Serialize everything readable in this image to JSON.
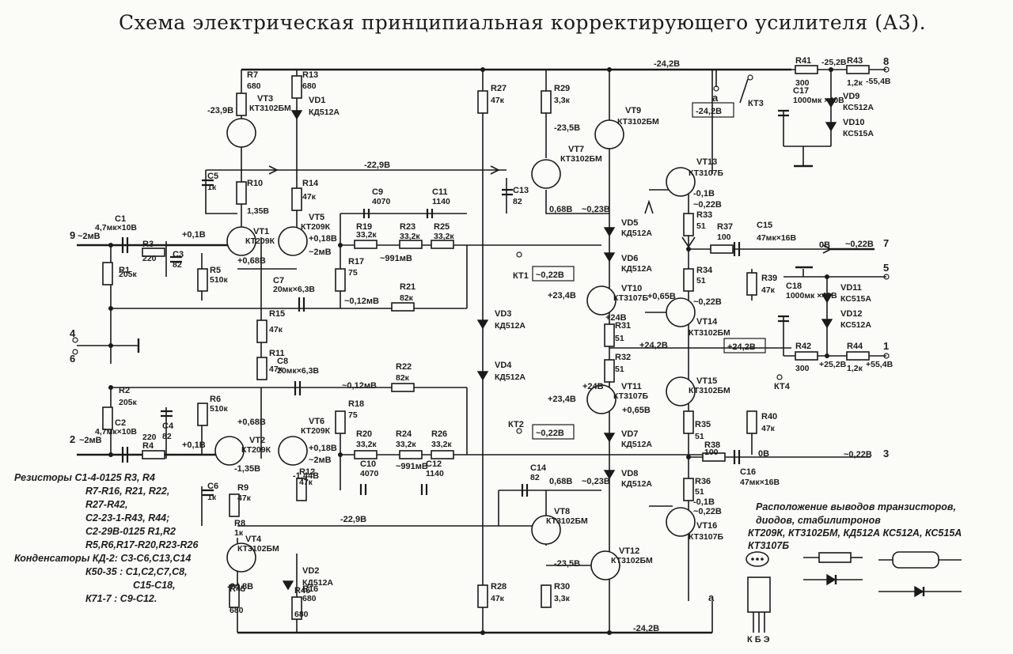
{
  "title": "Схема электрическая принципиальная корректирующего усилителя (А3).",
  "rails": {
    "neg_top": "-24,2В",
    "neg_bottom": "-24,2В",
    "pos_mid": "+24,2В"
  },
  "connectors": {
    "in1_pin": "9",
    "in1_level": "~2мВ",
    "in2_pin": "2",
    "in2_level": "~2мВ",
    "gnd_pin_top": "4",
    "gnd_pin_bot": "6",
    "out1_pin": "7",
    "out1_level": "~0,22В",
    "out2_pin": "3",
    "out2_level": "~0,22В",
    "pin8": "8",
    "pin8_level": "-55,4В",
    "pin5": "5",
    "pin1": "1",
    "pin1_level": "+55,4В",
    "point_a": "а",
    "point_a2": "а"
  },
  "testpoints": {
    "kt1": "КТ1",
    "kt1_val": "~0,22В",
    "kt2": "КТ2",
    "kt2_val": "~0,22В",
    "kt3": "КТ3",
    "kt3_val": "-24,2В",
    "kt4": "КТ4",
    "kt4_val": "+24,2В"
  },
  "resistors": [
    {
      "ref": "R1",
      "value": "205к"
    },
    {
      "ref": "R2",
      "value": "205к"
    },
    {
      "ref": "R3",
      "value": "220"
    },
    {
      "ref": "R4",
      "value": "220"
    },
    {
      "ref": "R5",
      "value": "510к"
    },
    {
      "ref": "R6",
      "value": "510к"
    },
    {
      "ref": "R7",
      "value": "680"
    },
    {
      "ref": "R8",
      "value": "1к"
    },
    {
      "ref": "R9",
      "value": "47к"
    },
    {
      "ref": "R10",
      "value": "1,35В"
    },
    {
      "ref": "R11",
      "value": "47к"
    },
    {
      "ref": "R12",
      "value": "47к"
    },
    {
      "ref": "R13",
      "value": "680"
    },
    {
      "ref": "R14",
      "value": "47к"
    },
    {
      "ref": "R15",
      "value": "47к"
    },
    {
      "ref": "R16",
      "value": "680"
    },
    {
      "ref": "R17",
      "value": "75"
    },
    {
      "ref": "R18",
      "value": "75"
    },
    {
      "ref": "R19",
      "value": "33,2к"
    },
    {
      "ref": "R20",
      "value": "33,2к"
    },
    {
      "ref": "R21",
      "value": "82к"
    },
    {
      "ref": "R22",
      "value": "82к"
    },
    {
      "ref": "R23",
      "value": "33,2к"
    },
    {
      "ref": "R24",
      "value": "33,2к"
    },
    {
      "ref": "R25",
      "value": "33,2к"
    },
    {
      "ref": "R26",
      "value": "33,2к"
    },
    {
      "ref": "R27",
      "value": "47к"
    },
    {
      "ref": "R28",
      "value": "47к"
    },
    {
      "ref": "R29",
      "value": "3,3к"
    },
    {
      "ref": "R30",
      "value": "3,3к"
    },
    {
      "ref": "R31",
      "value": "51"
    },
    {
      "ref": "R32",
      "value": "51"
    },
    {
      "ref": "R33",
      "value": "51"
    },
    {
      "ref": "R34",
      "value": "51"
    },
    {
      "ref": "R35",
      "value": "51"
    },
    {
      "ref": "R36",
      "value": "51"
    },
    {
      "ref": "R37",
      "value": "100"
    },
    {
      "ref": "R38",
      "value": "100"
    },
    {
      "ref": "R39",
      "value": "47к"
    },
    {
      "ref": "R40",
      "value": "47к"
    },
    {
      "ref": "R41",
      "value": "300"
    },
    {
      "ref": "R42",
      "value": "300"
    },
    {
      "ref": "R43",
      "value": "1,2к"
    },
    {
      "ref": "R44",
      "value": "1,2к"
    },
    {
      "ref": "R45",
      "value": "680"
    },
    {
      "ref": "R46",
      "value": "680"
    }
  ],
  "capacitors": [
    {
      "ref": "C1",
      "value": "4,7мк×10В"
    },
    {
      "ref": "C2",
      "value": "4,7мк×10В"
    },
    {
      "ref": "C3",
      "value": "82"
    },
    {
      "ref": "C4",
      "value": "82"
    },
    {
      "ref": "C5",
      "value": "1к"
    },
    {
      "ref": "C6",
      "value": "1к"
    },
    {
      "ref": "C7",
      "value": "20мк×6,3В"
    },
    {
      "ref": "C8",
      "value": "20мк×6,3В"
    },
    {
      "ref": "C9",
      "value": "4070"
    },
    {
      "ref": "C10",
      "value": "4070"
    },
    {
      "ref": "C11",
      "value": "1140"
    },
    {
      "ref": "C12",
      "value": "1140"
    },
    {
      "ref": "C13",
      "value": "82"
    },
    {
      "ref": "C14",
      "value": "82"
    },
    {
      "ref": "C15",
      "value": "47мк×16В"
    },
    {
      "ref": "C16",
      "value": "47мк×16В"
    },
    {
      "ref": "C17",
      "value": "1000мк ×40В"
    },
    {
      "ref": "C18",
      "value": "1000мк ×40В"
    }
  ],
  "transistors": [
    {
      "ref": "VT1",
      "type": "КТ209К"
    },
    {
      "ref": "VT2",
      "type": "КТ209К"
    },
    {
      "ref": "VT3",
      "type": "КТ3102БМ"
    },
    {
      "ref": "VT4",
      "type": "КТ3102БМ"
    },
    {
      "ref": "VT5",
      "type": "КТ209К"
    },
    {
      "ref": "VT6",
      "type": "КТ209К"
    },
    {
      "ref": "VT7",
      "type": "КТ3102БМ"
    },
    {
      "ref": "VT8",
      "type": "КТ3102БМ"
    },
    {
      "ref": "VT9",
      "type": "КТ3102БМ"
    },
    {
      "ref": "VT10",
      "type": "КТ3107Б"
    },
    {
      "ref": "VT11",
      "type": "КТ3107Б"
    },
    {
      "ref": "VT12",
      "type": "КТ3102БМ"
    },
    {
      "ref": "VT13",
      "type": "КТ3107Б"
    },
    {
      "ref": "VT14",
      "type": "КТ3102БМ"
    },
    {
      "ref": "VT15",
      "type": "КТ3102БМ"
    },
    {
      "ref": "VT16",
      "type": "КТ3107Б"
    }
  ],
  "diodes": [
    {
      "ref": "VD1",
      "type": "КД512А"
    },
    {
      "ref": "VD2",
      "type": "КД512А"
    },
    {
      "ref": "VD3",
      "type": "КД512А"
    },
    {
      "ref": "VD4",
      "type": "КД512А"
    },
    {
      "ref": "VD5",
      "type": "КД512А"
    },
    {
      "ref": "VD6",
      "type": "КД512А"
    },
    {
      "ref": "VD7",
      "type": "КД512А"
    },
    {
      "ref": "VD8",
      "type": "КД512А"
    },
    {
      "ref": "VD9",
      "type": "КС512А"
    },
    {
      "ref": "VD10",
      "type": "КС515А"
    },
    {
      "ref": "VD11",
      "type": "КС515А"
    },
    {
      "ref": "VD12",
      "type": "КС512А"
    }
  ],
  "voltages": {
    "v_23_9": "-23,9В",
    "v_22_9": "-22,9В",
    "v_23_5": "-23,5В",
    "v_0_1": "+0,1В",
    "v_0_68": "+0,68В",
    "v_0_18": "+0,18В",
    "v_2mv": "~2мВ",
    "v_991": "~991мВ",
    "v_012": "~0,12мВ",
    "v_068": "0,68В",
    "v_023": "~0,23В",
    "v_23_4": "+23,4В",
    "v_24": "+24В",
    "v_065": "+0,65В",
    "v_01": "-0,1В",
    "v_022": "~0,22В",
    "v_0v": "0В",
    "v_25_2": "-25,2В",
    "v_25_2p": "+25,2В",
    "v_1_35": "-1,35В",
    "v_1_44": "-1,44В",
    "v_24_8": "-24,8В"
  },
  "legend": {
    "line1": "Резисторы С1-4-0125 R3, R4",
    "line2": "R7-R16, R21, R22,",
    "line3": "R27-R42,",
    "line4": "С2-23-1-R43, R44;",
    "line5": "С2-29В-0125 R1,R2",
    "line6": "R5,R6,R17-R20,R23-R26",
    "line7": "Конденсаторы КД-2: С3-С6,С13,С14",
    "line8": "К50-35 : С1,С2,С7,С8,",
    "line9": "С15-С18,",
    "line10": "К71-7 : С9-С12."
  },
  "pinout": {
    "heading1": "Расположение выводов транзисторов,",
    "heading2": "диодов, стабилитронов",
    "parts1": "КТ209К, КТ3102БМ, КД512А  КС512А, КС515А",
    "parts2": "КТ3107Б",
    "pins": "К Б Э"
  }
}
